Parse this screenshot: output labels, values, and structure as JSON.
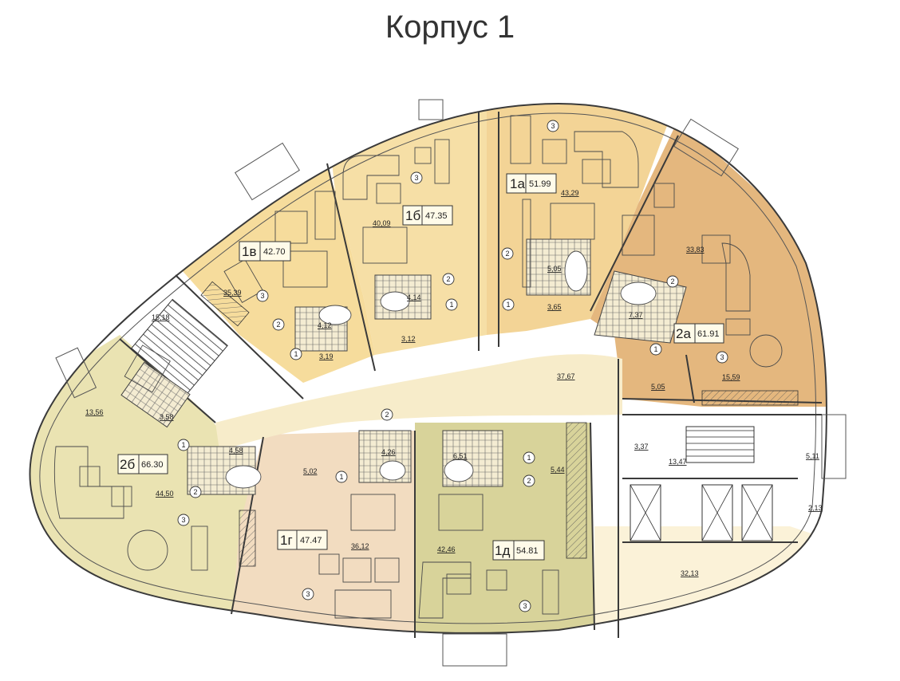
{
  "title": "Корпус 1",
  "colors": {
    "apt_1a": "#f3d496",
    "apt_1b": "#f6dfa6",
    "apt_1v": "#f6dc9c",
    "apt_2a": "#e4b77e",
    "apt_2b": "#eae3b2",
    "apt_1g": "#f2dcc0",
    "apt_1d": "#d8d39a",
    "corridor": "#f7ecca",
    "common": "#ffffff",
    "hall": "#fbf2d8"
  },
  "apartments": [
    {
      "code": "1а",
      "area": "51.99"
    },
    {
      "code": "1б",
      "area": "47.35"
    },
    {
      "code": "1в",
      "area": "42.70"
    },
    {
      "code": "2а",
      "area": "61.91"
    },
    {
      "code": "2б",
      "area": "66.30"
    },
    {
      "code": "1г",
      "area": "47.47"
    },
    {
      "code": "1д",
      "area": "54.81"
    }
  ],
  "room_areas": {
    "r43_29": "43,29",
    "r5_05a": "5,05",
    "r3_65": "3,65",
    "r40_09": "40,09",
    "r4_14": "4,14",
    "r3_12": "3,12",
    "r35_39": "35,39",
    "r4_12": "4,12",
    "r3_19": "3,19",
    "r33_83": "33,83",
    "r7_37": "7,37",
    "r15_59": "15,59",
    "r5_05b": "5,05",
    "r15_18": "15,18",
    "r13_56": "13,56",
    "r3_58": "3,58",
    "r4_58": "4,58",
    "r44_50": "44,50",
    "r5_02": "5,02",
    "r4_26": "4,26",
    "r36_12": "36,12",
    "r6_51": "6,51",
    "r5_44": "5,44",
    "r42_46": "42,46",
    "r37_67": "37,67",
    "r3_37": "3,37",
    "r13_47": "13,47",
    "r5_11": "5,11",
    "r2_13": "2,13",
    "r32_13": "32,13"
  },
  "room_numbers": {
    "n1": "1",
    "n2": "2",
    "n3": "3"
  },
  "icons": [
    "compass-rose-none",
    "stair-hatch",
    "elevator-cross"
  ]
}
